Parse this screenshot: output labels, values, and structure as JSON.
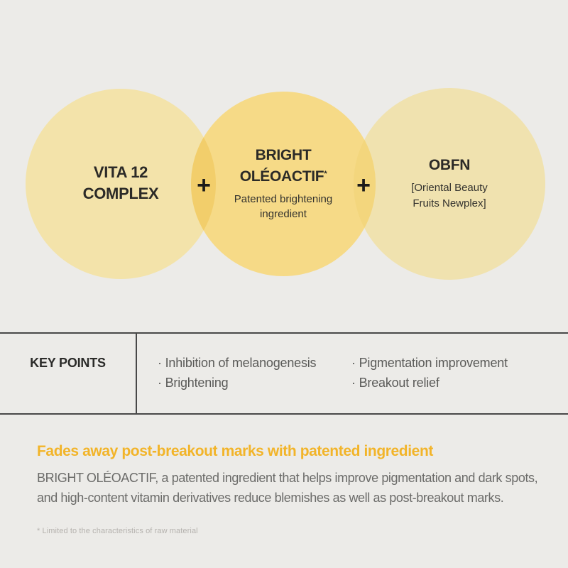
{
  "colors": {
    "bg": "#ECEBE8",
    "accent": "#F2B429",
    "circle-left": "#F3E3AA",
    "circle-mid": "#F6DA87",
    "circle-right": "#F0E2AF",
    "lens-left": "#F2CE6B",
    "lens-right": "#F3D67D",
    "rule": "#484848",
    "title-text": "#2B2A27",
    "body-text": "#6B6B69",
    "keypoint-text": "#5A5A58",
    "muted-text": "#B5B2AE"
  },
  "diagram": {
    "plus_sign": "+",
    "circles": [
      {
        "title_lines": [
          "VITA 12",
          "COMPLEX"
        ]
      },
      {
        "title_lines": [
          "BRIGHT",
          "OLÉOACTIF"
        ],
        "title_superscript": "*",
        "subtitle_lines": [
          "Patented brightening",
          "ingredient"
        ]
      },
      {
        "title_lines": [
          "OBFN"
        ],
        "subtitle_lines": [
          "[Oriental Beauty",
          "Fruits Newplex]"
        ]
      }
    ]
  },
  "key_points": {
    "label": "KEY POINTS",
    "columns": [
      {
        "items": [
          "· Inhibition of melanogenesis",
          "· Brightening"
        ]
      },
      {
        "items": [
          "· Pigmentation improvement",
          "· Breakout relief"
        ]
      }
    ]
  },
  "bottom": {
    "heading": "Fades away post-breakout marks with patented ingredient",
    "body_lines": [
      "BRIGHT OLÉOACTIF, a patented ingredient that helps improve pigmentation and dark spots,",
      "and high-content vitamin derivatives reduce blemishes as well as post-breakout marks."
    ],
    "footnote": "* Limited to the characteristics of raw material"
  }
}
